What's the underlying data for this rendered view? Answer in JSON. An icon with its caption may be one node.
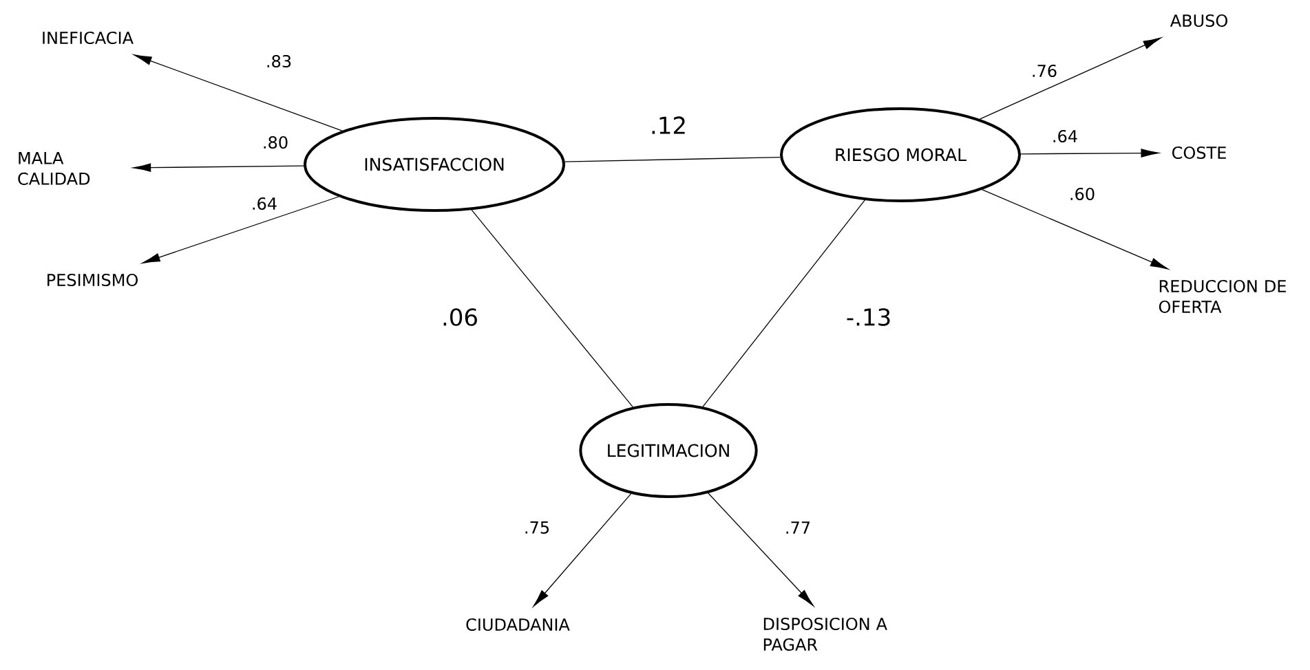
{
  "diagram": {
    "nodes": [
      {
        "text": [
          "INSATISFACCION"
        ]
      },
      {
        "text": [
          "RIESGO MORAL"
        ]
      },
      {
        "text": [
          "LEGITIMACION"
        ]
      },
      {
        "text": [
          "INEFICACIA"
        ]
      },
      {
        "text": [
          "MALA CALIDAD"
        ]
      },
      {
        "text": [
          "PESIMISMO"
        ]
      },
      {
        "text": [
          "ABUSO"
        ]
      },
      {
        "text": [
          "COSTE"
        ]
      },
      {
        "text": [
          "REDUCCION DE OFERTA"
        ]
      },
      {
        "text": [
          "CIUDADANIA"
        ]
      },
      {
        "text": [
          "DISPOSICION A PAGAR"
        ]
      }
    ],
    "edges": [
      {
        "from": 0,
        "to": 1,
        "arrow": "none",
        "label": ".12"
      },
      {
        "from": 0,
        "to": 2,
        "arrow": "none",
        "label": ".06"
      },
      {
        "from": 1,
        "to": 2,
        "arrow": "none",
        "label": "-.13"
      },
      {
        "from": 0,
        "to": 3,
        "arrow": "to",
        "label": ".83"
      },
      {
        "from": 0,
        "to": 4,
        "arrow": "to",
        "label": ".80"
      },
      {
        "from": 0,
        "to": 5,
        "arrow": "to",
        "label": ".64"
      },
      {
        "from": 1,
        "to": 6,
        "arrow": "to",
        "label": ".76"
      },
      {
        "from": 1,
        "to": 7,
        "arrow": "to",
        "label": ".64"
      },
      {
        "from": 1,
        "to": 8,
        "arrow": "to",
        "label": ".60"
      },
      {
        "from": 2,
        "to": 9,
        "arrow": "to",
        "label": ".75"
      },
      {
        "from": 2,
        "to": 10,
        "arrow": "to",
        "label": ".77"
      }
    ]
  }
}
